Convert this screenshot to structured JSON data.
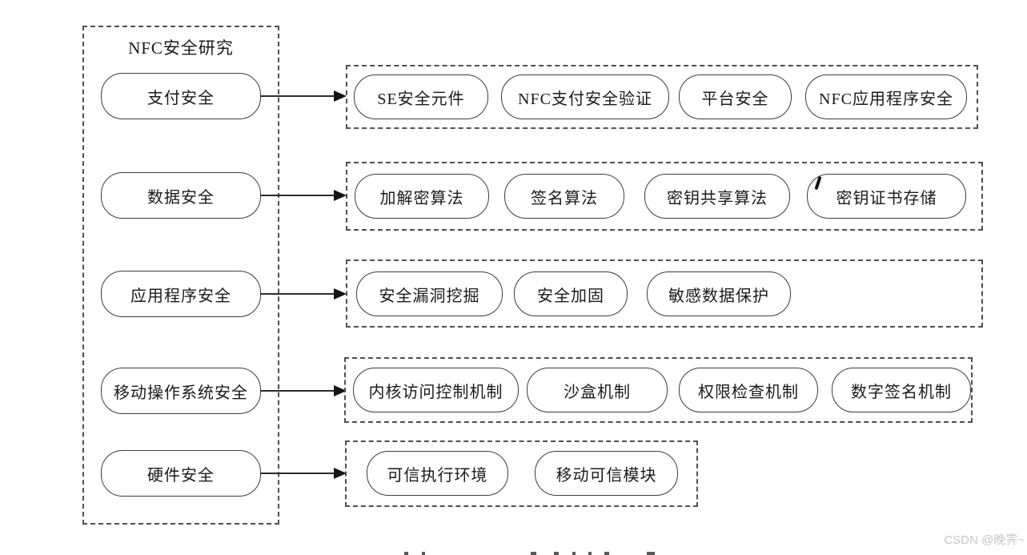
{
  "diagram": {
    "title": "NFC安全研究",
    "rows": [
      {
        "category": "支付安全",
        "items": [
          "SE安全元件",
          "NFC支付安全验证",
          "平台安全",
          "NFC应用程序安全"
        ]
      },
      {
        "category": "数据安全",
        "items": [
          "加解密算法",
          "签名算法",
          "密钥共享算法",
          "密钥证书存储"
        ]
      },
      {
        "category": "应用程序安全",
        "items": [
          "安全漏洞挖掘",
          "安全加固",
          "敏感数据保护"
        ]
      },
      {
        "category": "移动操作系统安全",
        "items": [
          "内核访问控制机制",
          "沙盒机制",
          "权限检查机制",
          "数字签名机制"
        ]
      },
      {
        "category": "硬件安全",
        "items": [
          "可信执行环境",
          "移动可信模块"
        ]
      }
    ]
  },
  "watermark": {
    "text": "CSDN @晚霁~"
  },
  "colors": {
    "background": "#ffffff",
    "line": "#3c3c3c",
    "text": "#1a1a1a",
    "watermark_text": "#c7c7c7"
  }
}
